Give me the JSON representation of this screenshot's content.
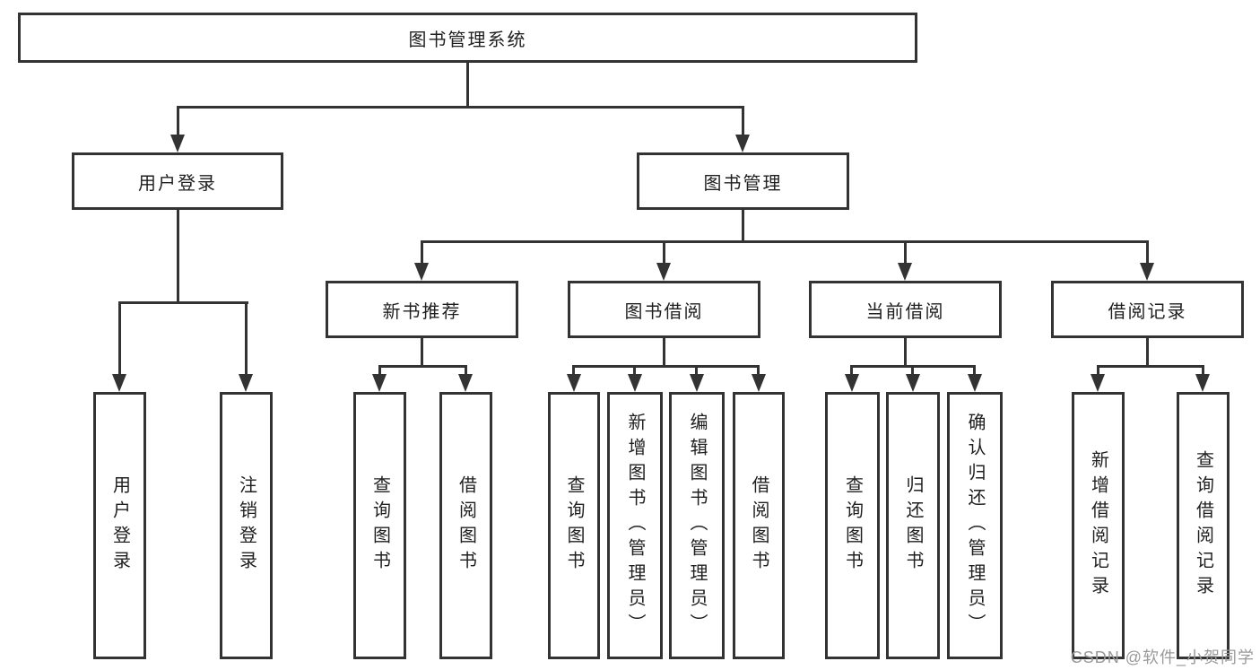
{
  "diagram_type": "hierarchy",
  "tree": {
    "label": "图书管理系统",
    "children": [
      {
        "label": "用户登录",
        "children": [
          {
            "label": "用户登录"
          },
          {
            "label": "注销登录"
          }
        ]
      },
      {
        "label": "图书管理",
        "children": [
          {
            "label": "新书推荐",
            "children": [
              {
                "label": "查询图书"
              },
              {
                "label": "借阅图书"
              }
            ]
          },
          {
            "label": "图书借阅",
            "children": [
              {
                "label": "查询图书"
              },
              {
                "label": "新增图书（管理员）"
              },
              {
                "label": "编辑图书（管理员）"
              },
              {
                "label": "借阅图书"
              }
            ]
          },
          {
            "label": "当前借阅",
            "children": [
              {
                "label": "查询图书"
              },
              {
                "label": "归还图书"
              },
              {
                "label": "确认归还（管理员）"
              }
            ]
          },
          {
            "label": "借阅记录",
            "children": [
              {
                "label": "新增借阅记录"
              },
              {
                "label": "查询借阅记录"
              }
            ]
          }
        ]
      }
    ]
  },
  "watermark": "CSDN @软件_小贺同学",
  "colors": {
    "line": "#333333",
    "text": "#1f1f1f",
    "background": "#ffffff",
    "watermark": "#9a9a9a"
  }
}
